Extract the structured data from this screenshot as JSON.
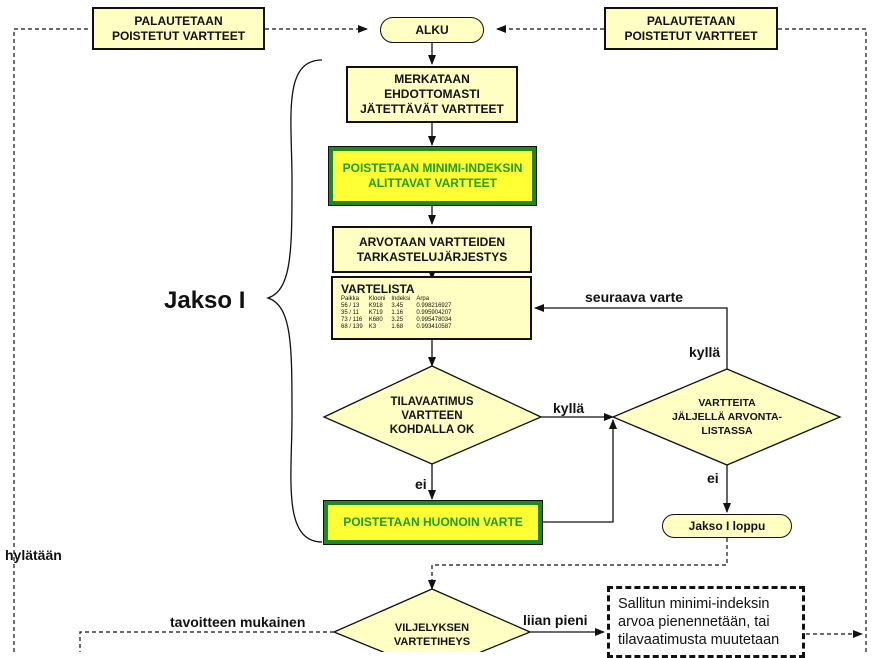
{
  "nodes": {
    "alku": "ALKU",
    "returned_left": "PALAUTETAAN\nPOISTETUT VARTTEET",
    "returned_right": "PALAUTETAAN\nPOISTETUT VARTTEET",
    "mark": "MERKATAAN\nEHDOTTOMASTI\nJÄTETTÄVÄT VARTTEET",
    "remove_min": "POISTETAAN MINIMI-INDEKSIN\nALITTAVAT VARTTEET",
    "randomize": "ARVOTAAN VARTTEIDEN\nTARKASTELUJÄRJESTYS",
    "space_ok": "TILAVAATIMUS\nVARTTEEN\nKOHDALLA OK",
    "remaining": "VARTTEITA\nJÄLJELLÄ ARVONTA-\nLISTASSA",
    "remove_worst": "POISTETAAN HUONOIN VARTE",
    "end": "Jakso I loppu",
    "uniformity": "VILJELYKSEN\nVARTETIHEYS"
  },
  "vartelista": {
    "title": "VARTELISTA",
    "headers": [
      "Paikka",
      "Klooni",
      "Indeksi",
      "Arpa"
    ],
    "rows": [
      [
        "56 / 13",
        "K918",
        "3.45",
        "0.998216927"
      ],
      [
        "35 / 11",
        "K719",
        "1.16",
        "0.995904207"
      ],
      [
        "73 / 116",
        "K680",
        "3.25",
        "0.995478034"
      ],
      [
        "68 / 139",
        "K3",
        "1.68",
        "0.993410587"
      ]
    ]
  },
  "labels": {
    "jakso": "Jakso I",
    "seuraava": "seuraava varte",
    "kylla_right": "kyllä",
    "kylla_mid": "kyllä",
    "ei_left": "ei",
    "ei_right": "ei",
    "hylataan": "hylätään",
    "tavoitteen": "tavoitteen mukainen",
    "liian_pieni": "liian pieni"
  },
  "note": "Sallitun minimi-indeksin arvoa pienennetään, tai tilavaatimusta muutetaan",
  "colors": {
    "box_fill": "#ffffc4",
    "highlight_fill": "#ffff33",
    "highlight_border": "#1e8a1e",
    "line": "#111111"
  }
}
